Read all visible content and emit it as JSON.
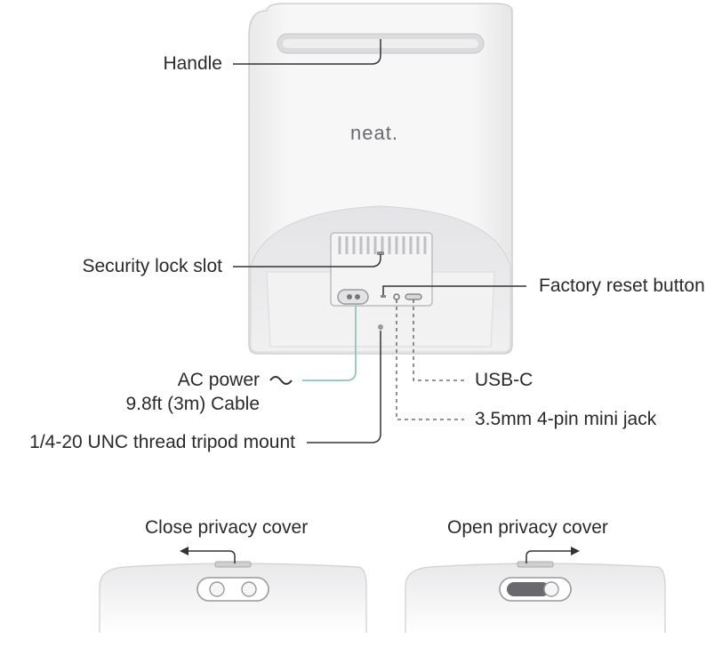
{
  "device": {
    "brand": "neat."
  },
  "callouts": {
    "handle": "Handle",
    "security_lock_slot": "Security lock slot",
    "factory_reset_button": "Factory reset button",
    "ac_power": "AC power",
    "cable": "9.8ft (3m) Cable",
    "usb_c": "USB-C",
    "mini_jack": "3.5mm 4-pin mini jack",
    "tripod_mount": "1/4-20 UNC thread tripod mount"
  },
  "privacy": {
    "close_label": "Close privacy cover",
    "open_label": "Open privacy cover"
  },
  "colors": {
    "ac_line": "#8fc6b9",
    "leader_line": "#333333"
  }
}
